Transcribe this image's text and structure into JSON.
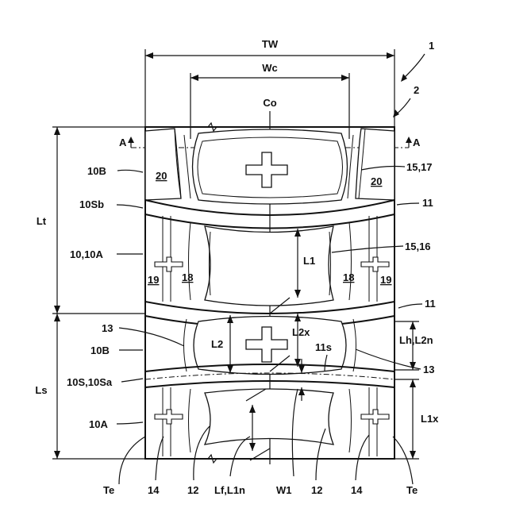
{
  "labels": {
    "ref_1": "1",
    "ref_2": "2",
    "tw": "TW",
    "wc": "Wc",
    "co": "Co",
    "a_left": "A",
    "a_right": "A",
    "lt": "Lt",
    "ls": "Ls",
    "b10_top": "10B",
    "n20_left": "20",
    "n20_right": "20",
    "n1517": "15,17",
    "n10sb": "10Sb",
    "n11_top": "11",
    "n10_10a": "10,10A",
    "n1516": "15,16",
    "l1": "L1",
    "n19_left": "19",
    "n18_left": "18",
    "n18_right": "18",
    "n19_right": "19",
    "n11_mid": "11",
    "n13_left": "13",
    "l2": "L2",
    "l2x": "L2x",
    "n11s": "11s",
    "lh_l2n": "Lh,L2n",
    "b10_mid": "10B",
    "n13_right": "13",
    "n10s_10sa": "10S,10Sa",
    "l1x": "L1x",
    "n10a_bottom": "10A",
    "te_left": "Te",
    "n14_left": "14",
    "n12_left": "12",
    "lf_l1n": "Lf,L1n",
    "w1": "W1",
    "n12_right": "12",
    "n14_right": "14",
    "te_right": "Te"
  }
}
